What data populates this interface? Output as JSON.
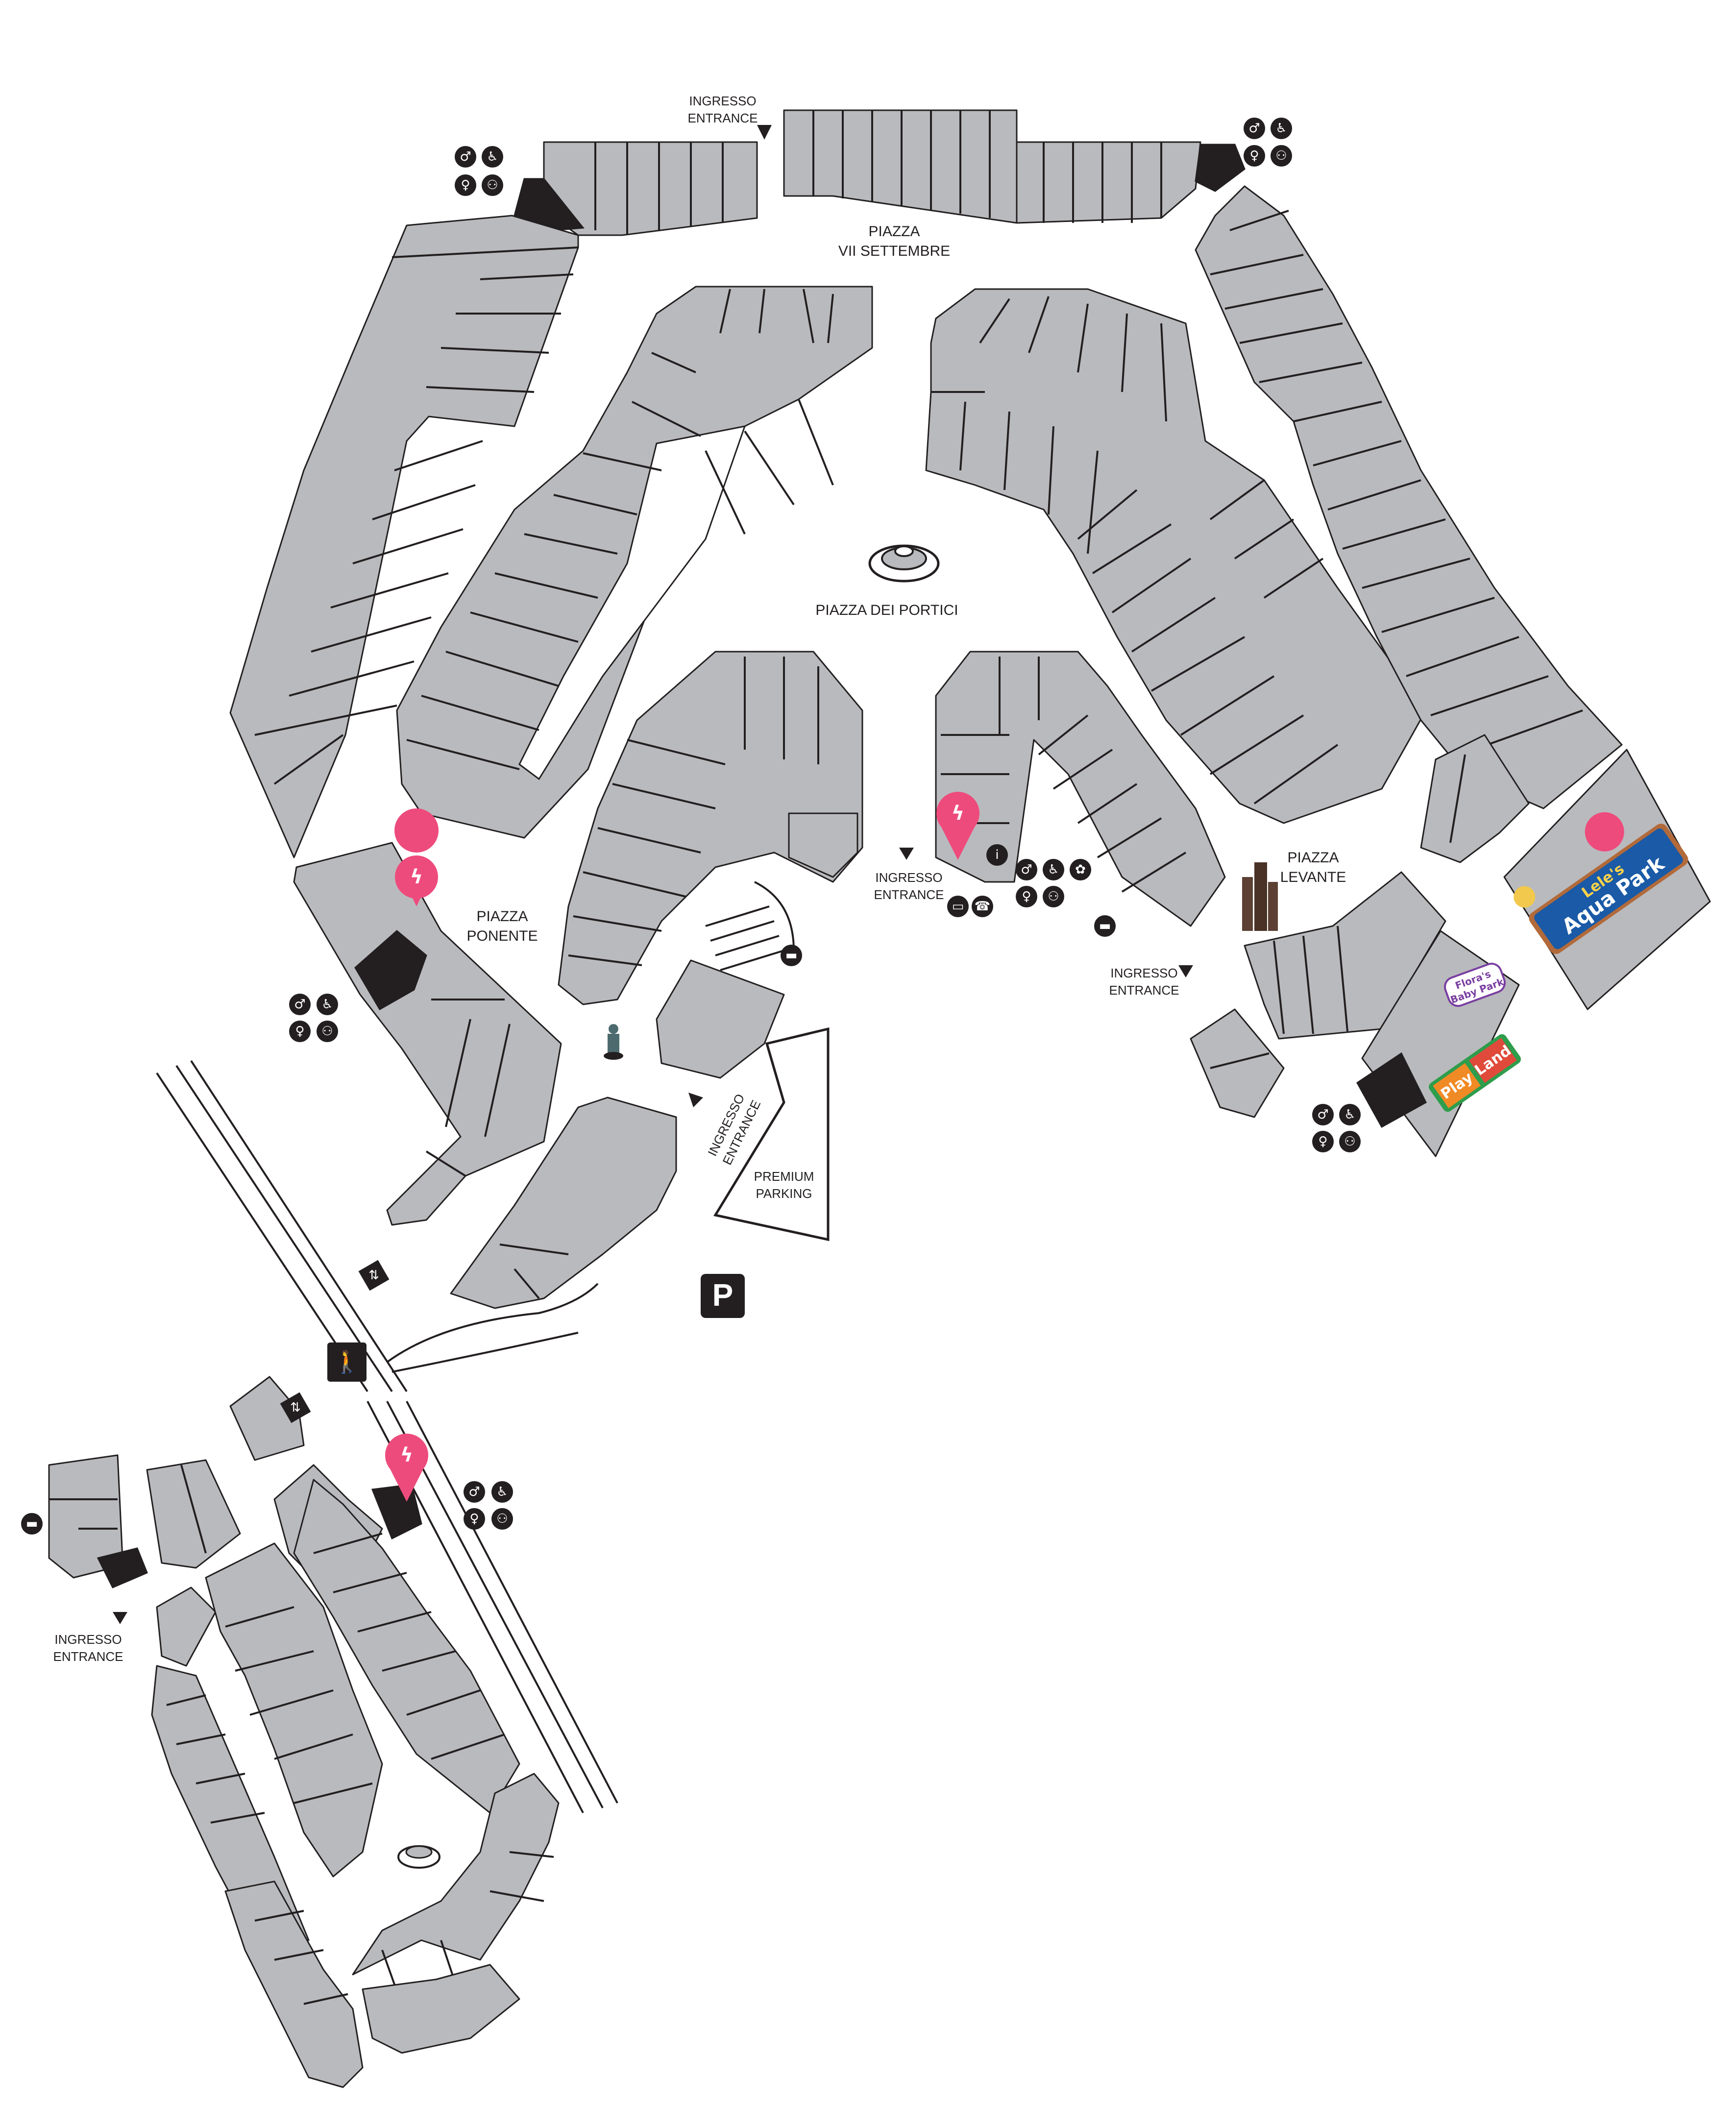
{
  "squares": {
    "vii_settembre": [
      "PIAZZA",
      "VII SETTEMBRE"
    ],
    "portici": "PIAZZA DEI PORTICI",
    "levante": [
      "PIAZZA",
      "LEVANTE"
    ],
    "ponente": [
      "PIAZZA",
      "PONENTE"
    ]
  },
  "entrance": [
    "INGRESSO",
    "ENTRANCE"
  ],
  "premium_parking": [
    "PREMIUM",
    "PARKING"
  ],
  "parking_sign": "P",
  "logos": {
    "aqua_park": [
      "Lele's",
      "Aqua Park"
    ],
    "baby_park": [
      "Flora's",
      "Baby Park"
    ],
    "play_land": [
      "Play",
      "Land"
    ]
  },
  "icon_names": [
    "male-restroom-icon",
    "accessible-restroom-icon",
    "female-restroom-icon",
    "baby-change-icon",
    "info-icon",
    "atm-icon",
    "phone-icon",
    "lost-found-icon",
    "bus-stop-icon",
    "elevator-icon",
    "pedestrian-bridge-icon",
    "parking-icon",
    "fountain-icon",
    "statue-icon",
    "tower-icon",
    "lightning-pin-icon"
  ],
  "colors": {
    "unit_fill": "#b9babd",
    "outline": "#231f20",
    "pin": "#ee4b7d",
    "background": "#ffffff"
  }
}
